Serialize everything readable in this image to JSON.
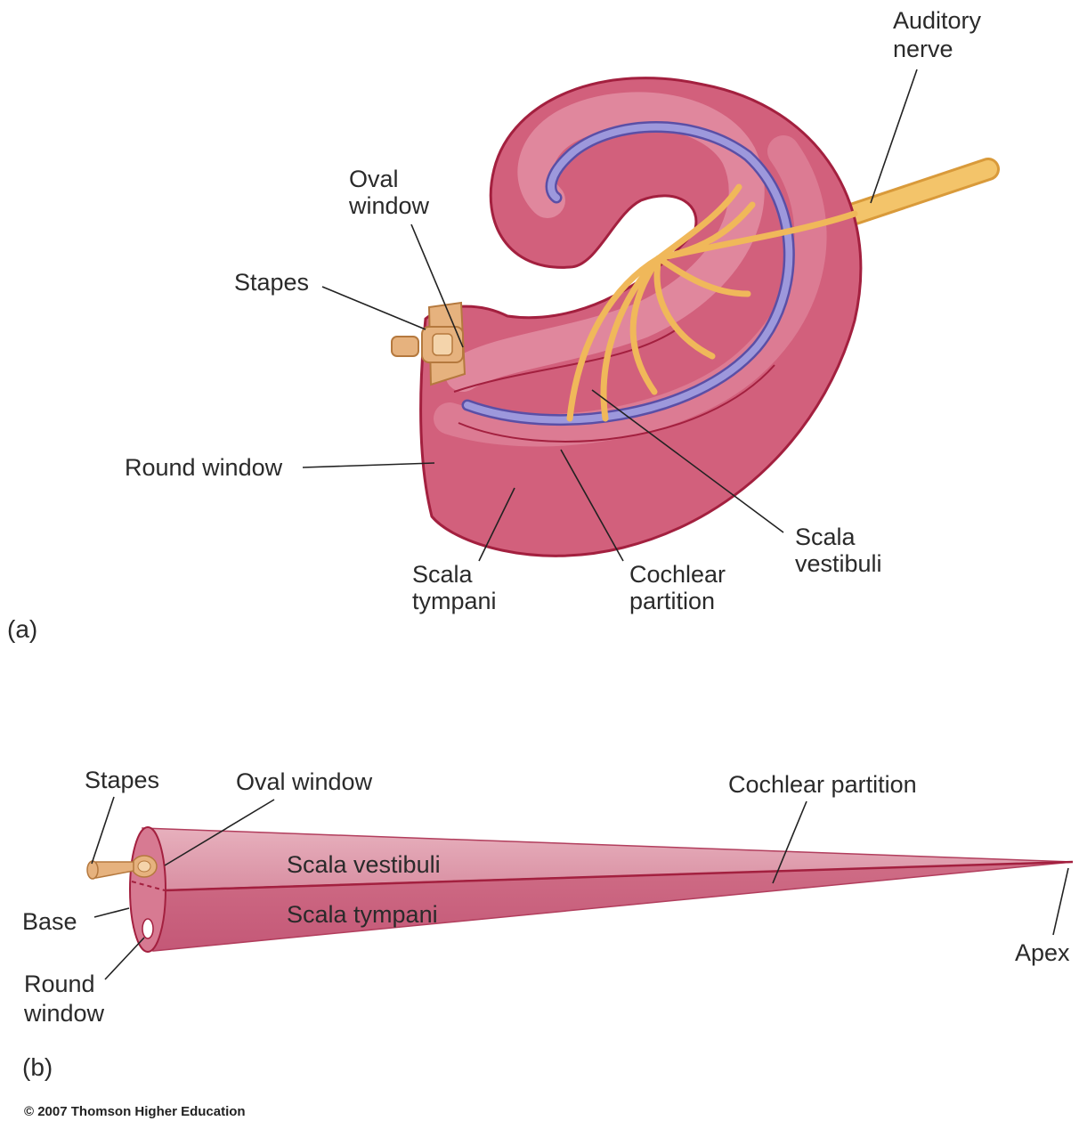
{
  "panel_a": {
    "tag": "(a)",
    "labels": {
      "auditory_nerve": [
        "Auditory",
        "nerve"
      ],
      "oval_window": [
        "Oval",
        "window"
      ],
      "stapes": "Stapes",
      "round_window": "Round window",
      "scala_tympani": [
        "Scala",
        "tympani"
      ],
      "cochlear_partition": [
        "Cochlear",
        "partition"
      ],
      "scala_vestibuli": [
        "Scala",
        "vestibuli"
      ]
    }
  },
  "panel_b": {
    "tag": "(b)",
    "labels": {
      "stapes": "Stapes",
      "oval_window": "Oval window",
      "cochlear_partition": "Cochlear partition",
      "scala_vestibuli": "Scala vestibuli",
      "scala_tympani": "Scala tympani",
      "base": "Base",
      "round_window": [
        "Round",
        "window"
      ],
      "apex": "Apex"
    }
  },
  "copyright": "© 2007 Thomson Higher Education",
  "colors": {
    "cochlea_fill": "#d2607c",
    "cochlea_light": "#e38ea3",
    "cochlea_outline": "#a3203f",
    "partition_blue": "#8c86d0",
    "nerve_yellow": "#f3c46a",
    "stapes_tan": "#e6b27e",
    "cone_top": "#e2a1b0",
    "cone_bottom": "#cf6d86"
  }
}
